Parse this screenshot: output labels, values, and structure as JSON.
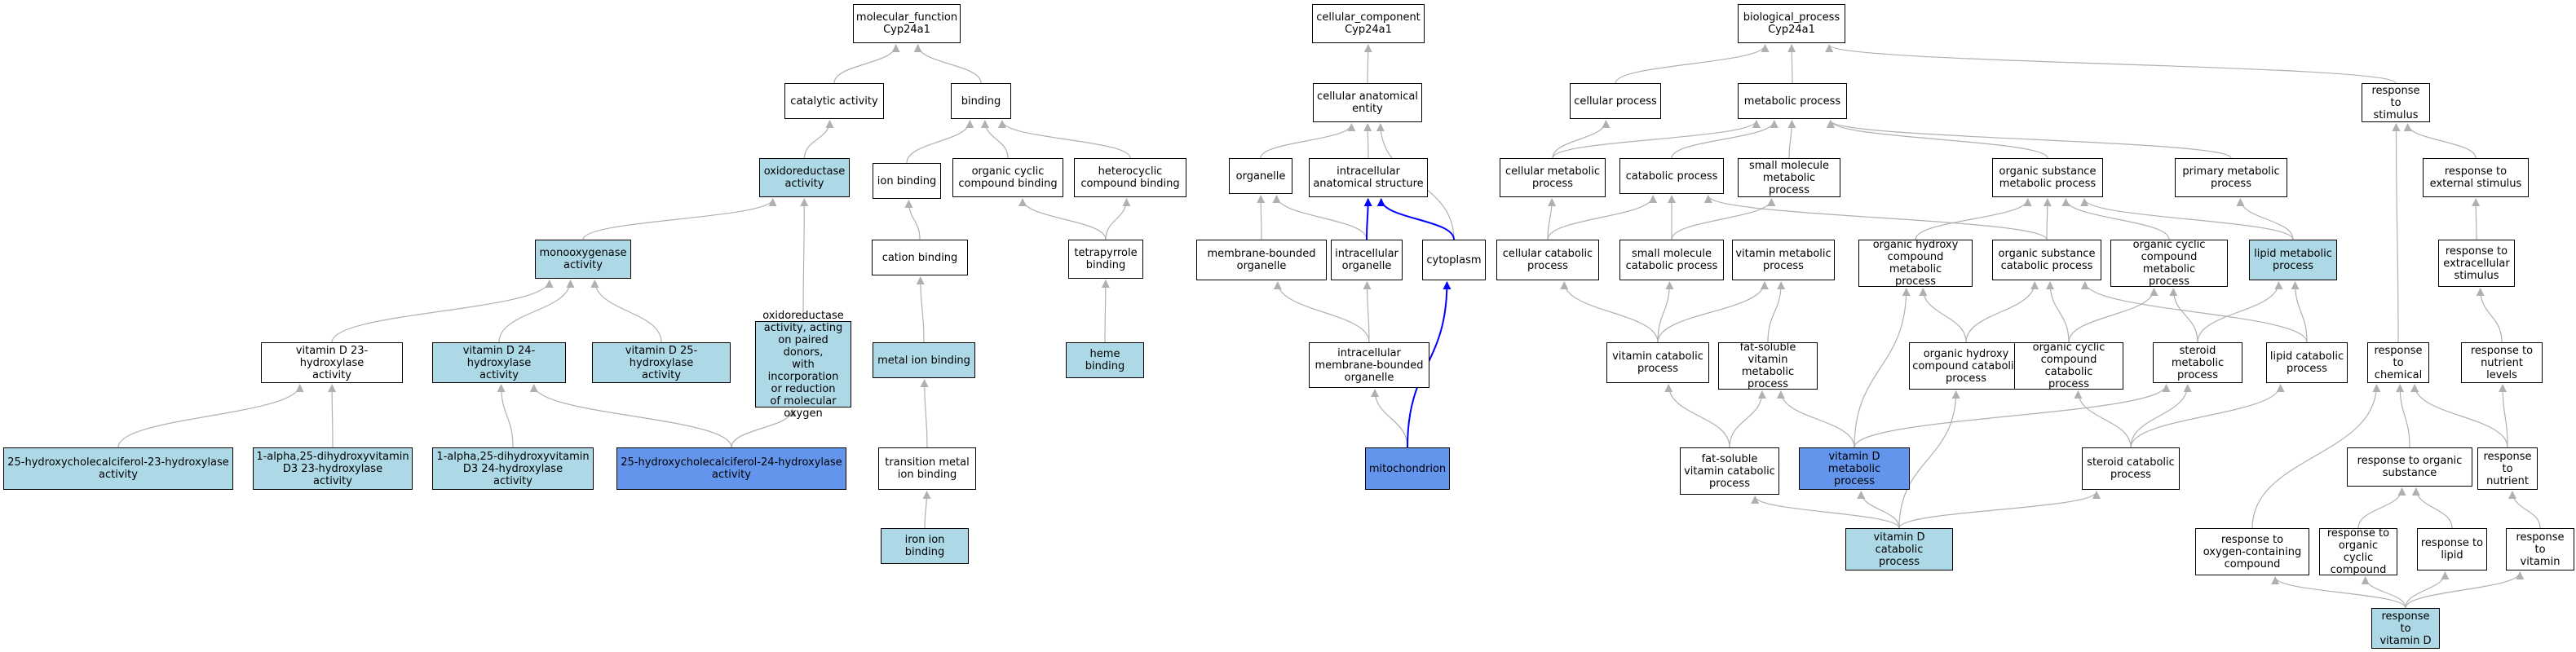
{
  "colors": {
    "default_fill": "#ffffff",
    "light_fill": "#add8e6",
    "highlight_fill": "#6495ed",
    "edge_gray": "#b0b0b0",
    "edge_blue": "#0000ff"
  },
  "nodes": [
    {
      "id": "mf_root",
      "label": "molecular_function\nCyp24a1",
      "fill": "default"
    },
    {
      "id": "catalytic_activity",
      "label": "catalytic activity",
      "fill": "default"
    },
    {
      "id": "binding",
      "label": "binding",
      "fill": "default"
    },
    {
      "id": "oxidoreductase_activity",
      "label": "oxidoreductase\nactivity",
      "fill": "light"
    },
    {
      "id": "ion_binding",
      "label": "ion binding",
      "fill": "default"
    },
    {
      "id": "organic_cyclic_compound_binding",
      "label": "organic cyclic\ncompound binding",
      "fill": "default"
    },
    {
      "id": "heterocyclic_compound_binding",
      "label": "heterocyclic\ncompound binding",
      "fill": "default"
    },
    {
      "id": "monooxygenase_activity",
      "label": "monooxygenase\nactivity",
      "fill": "light"
    },
    {
      "id": "cation_binding",
      "label": "cation binding",
      "fill": "default"
    },
    {
      "id": "tetrapyrrole_binding",
      "label": "tetrapyrrole\nbinding",
      "fill": "default"
    },
    {
      "id": "vitd23",
      "label": "vitamin D 23-hydroxylase\nactivity",
      "fill": "default"
    },
    {
      "id": "vitd24",
      "label": "vitamin D 24-hydroxylase\nactivity",
      "fill": "light"
    },
    {
      "id": "vitd25",
      "label": "vitamin D 25-hydroxylase\nactivity",
      "fill": "light"
    },
    {
      "id": "oxidoreductase_paired",
      "label": "oxidoreductase\nactivity, acting\non paired donors,\nwith incorporation\nor reduction\nof molecular\noxygen",
      "fill": "light"
    },
    {
      "id": "metal_ion_binding",
      "label": "metal ion binding",
      "fill": "light"
    },
    {
      "id": "heme_binding",
      "label": "heme binding",
      "fill": "light"
    },
    {
      "id": "hcc23",
      "label": "25-hydroxycholecalciferol-23-hydroxylase\nactivity",
      "fill": "light"
    },
    {
      "id": "dihydroxy23",
      "label": "1-alpha,25-dihydroxyvitamin\nD3 23-hydroxylase\nactivity",
      "fill": "light"
    },
    {
      "id": "dihydroxy24",
      "label": "1-alpha,25-dihydroxyvitamin\nD3 24-hydroxylase\nactivity",
      "fill": "light"
    },
    {
      "id": "hcc24",
      "label": "25-hydroxycholecalciferol-24-hydroxylase\nactivity",
      "fill": "highlight"
    },
    {
      "id": "transition_metal",
      "label": "transition metal\nion binding",
      "fill": "default"
    },
    {
      "id": "iron_ion_binding",
      "label": "iron ion binding",
      "fill": "light"
    },
    {
      "id": "cc_root",
      "label": "cellular_component\nCyp24a1",
      "fill": "default"
    },
    {
      "id": "cellular_anatomical_entity",
      "label": "cellular anatomical\nentity",
      "fill": "default"
    },
    {
      "id": "organelle",
      "label": "organelle",
      "fill": "default"
    },
    {
      "id": "intracellular_anatomical",
      "label": "intracellular\nanatomical structure",
      "fill": "default"
    },
    {
      "id": "membrane_bounded",
      "label": "membrane-bounded\norganelle",
      "fill": "default"
    },
    {
      "id": "intracellular_organelle",
      "label": "intracellular\norganelle",
      "fill": "default"
    },
    {
      "id": "cytoplasm",
      "label": "cytoplasm",
      "fill": "default"
    },
    {
      "id": "intra_membrane",
      "label": "intracellular\nmembrane-bounded\norganelle",
      "fill": "default"
    },
    {
      "id": "mitochondrion",
      "label": "mitochondrion",
      "fill": "highlight"
    },
    {
      "id": "bp_root",
      "label": "biological_process\nCyp24a1",
      "fill": "default"
    },
    {
      "id": "cellular_process",
      "label": "cellular process",
      "fill": "default"
    },
    {
      "id": "metabolic_process",
      "label": "metabolic process",
      "fill": "default"
    },
    {
      "id": "response_stimulus",
      "label": "response to\nstimulus",
      "fill": "default"
    },
    {
      "id": "cellular_metabolic",
      "label": "cellular metabolic\nprocess",
      "fill": "default"
    },
    {
      "id": "catabolic_process",
      "label": "catabolic process",
      "fill": "default"
    },
    {
      "id": "small_molecule_metabolic",
      "label": "small molecule\nmetabolic process",
      "fill": "default"
    },
    {
      "id": "organic_substance_metabolic",
      "label": "organic substance\nmetabolic process",
      "fill": "default"
    },
    {
      "id": "primary_metabolic",
      "label": "primary metabolic\nprocess",
      "fill": "default"
    },
    {
      "id": "response_external",
      "label": "response to\nexternal stimulus",
      "fill": "default"
    },
    {
      "id": "cellular_catabolic",
      "label": "cellular catabolic\nprocess",
      "fill": "default"
    },
    {
      "id": "small_molecule_catabolic",
      "label": "small molecule\ncatabolic process",
      "fill": "default"
    },
    {
      "id": "vitamin_metabolic",
      "label": "vitamin metabolic\nprocess",
      "fill": "default"
    },
    {
      "id": "organic_hydroxy_metabolic",
      "label": "organic hydroxy\ncompound metabolic\nprocess",
      "fill": "default"
    },
    {
      "id": "organic_substance_catabolic",
      "label": "organic substance\ncatabolic process",
      "fill": "default"
    },
    {
      "id": "organic_cyclic_metabolic",
      "label": "organic cyclic\ncompound metabolic\nprocess",
      "fill": "default"
    },
    {
      "id": "lipid_metabolic",
      "label": "lipid metabolic\nprocess",
      "fill": "light"
    },
    {
      "id": "response_extracellular",
      "label": "response to\nextracellular\nstimulus",
      "fill": "default"
    },
    {
      "id": "vitamin_catabolic",
      "label": "vitamin catabolic\nprocess",
      "fill": "default"
    },
    {
      "id": "fat_soluble_metabolic",
      "label": "fat-soluble\nvitamin metabolic\nprocess",
      "fill": "default"
    },
    {
      "id": "organic_hydroxy_catabolic",
      "label": "organic hydroxy\ncompound catabolic\nprocess",
      "fill": "default"
    },
    {
      "id": "organic_cyclic_catabolic",
      "label": "organic cyclic\ncompound catabolic\nprocess",
      "fill": "default"
    },
    {
      "id": "steroid_metabolic",
      "label": "steroid metabolic\nprocess",
      "fill": "default"
    },
    {
      "id": "lipid_catabolic",
      "label": "lipid catabolic\nprocess",
      "fill": "default"
    },
    {
      "id": "response_chemical",
      "label": "response to\nchemical",
      "fill": "default"
    },
    {
      "id": "response_nutrient_levels",
      "label": "response to\nnutrient levels",
      "fill": "default"
    },
    {
      "id": "fat_soluble_catabolic",
      "label": "fat-soluble\nvitamin catabolic\nprocess",
      "fill": "default"
    },
    {
      "id": "vitd_metabolic",
      "label": "vitamin D metabolic\nprocess",
      "fill": "highlight"
    },
    {
      "id": "steroid_catabolic",
      "label": "steroid catabolic\nprocess",
      "fill": "default"
    },
    {
      "id": "response_organic_substance",
      "label": "response to organic substance",
      "fill": "default"
    },
    {
      "id": "response_nutrient",
      "label": "response to\nnutrient",
      "fill": "default"
    },
    {
      "id": "vitd_catabolic",
      "label": "vitamin D catabolic\nprocess",
      "fill": "light"
    },
    {
      "id": "response_oxygen",
      "label": "response to\noxygen-containing\ncompound",
      "fill": "default"
    },
    {
      "id": "response_organic_cyclic",
      "label": "response to\norganic cyclic\ncompound",
      "fill": "default"
    },
    {
      "id": "response_lipid",
      "label": "response to\nlipid",
      "fill": "default"
    },
    {
      "id": "response_vitamin",
      "label": "response to\nvitamin",
      "fill": "default"
    },
    {
      "id": "response_vitd",
      "label": "response to\nvitamin D",
      "fill": "light"
    }
  ],
  "edges": [
    [
      "catalytic_activity",
      "mf_root",
      "gray"
    ],
    [
      "binding",
      "mf_root",
      "gray"
    ],
    [
      "oxidoreductase_activity",
      "catalytic_activity",
      "gray"
    ],
    [
      "ion_binding",
      "binding",
      "gray"
    ],
    [
      "organic_cyclic_compound_binding",
      "binding",
      "gray"
    ],
    [
      "heterocyclic_compound_binding",
      "binding",
      "gray"
    ],
    [
      "monooxygenase_activity",
      "oxidoreductase_activity",
      "gray"
    ],
    [
      "oxidoreductase_paired",
      "oxidoreductase_activity",
      "gray"
    ],
    [
      "cation_binding",
      "ion_binding",
      "gray"
    ],
    [
      "tetrapyrrole_binding",
      "organic_cyclic_compound_binding",
      "gray"
    ],
    [
      "tetrapyrrole_binding",
      "heterocyclic_compound_binding",
      "gray"
    ],
    [
      "vitd23",
      "monooxygenase_activity",
      "gray"
    ],
    [
      "vitd24",
      "monooxygenase_activity",
      "gray"
    ],
    [
      "vitd25",
      "monooxygenase_activity",
      "gray"
    ],
    [
      "metal_ion_binding",
      "cation_binding",
      "gray"
    ],
    [
      "heme_binding",
      "tetrapyrrole_binding",
      "gray"
    ],
    [
      "hcc23",
      "vitd23",
      "gray"
    ],
    [
      "dihydroxy23",
      "vitd23",
      "gray"
    ],
    [
      "dihydroxy24",
      "vitd24",
      "gray"
    ],
    [
      "hcc24",
      "vitd24",
      "gray"
    ],
    [
      "hcc24",
      "oxidoreductase_paired",
      "gray"
    ],
    [
      "transition_metal",
      "metal_ion_binding",
      "gray"
    ],
    [
      "iron_ion_binding",
      "transition_metal",
      "gray"
    ],
    [
      "cellular_anatomical_entity",
      "cc_root",
      "gray"
    ],
    [
      "organelle",
      "cellular_anatomical_entity",
      "gray"
    ],
    [
      "intracellular_anatomical",
      "cellular_anatomical_entity",
      "gray"
    ],
    [
      "cytoplasm",
      "cellular_anatomical_entity",
      "gray"
    ],
    [
      "membrane_bounded",
      "organelle",
      "gray"
    ],
    [
      "intracellular_organelle",
      "organelle",
      "gray"
    ],
    [
      "intracellular_organelle",
      "intracellular_anatomical",
      "blue"
    ],
    [
      "cytoplasm",
      "intracellular_anatomical",
      "blue"
    ],
    [
      "intra_membrane",
      "membrane_bounded",
      "gray"
    ],
    [
      "intra_membrane",
      "intracellular_organelle",
      "gray"
    ],
    [
      "mitochondrion",
      "intra_membrane",
      "gray"
    ],
    [
      "mitochondrion",
      "cytoplasm",
      "blue"
    ],
    [
      "cellular_process",
      "bp_root",
      "gray"
    ],
    [
      "metabolic_process",
      "bp_root",
      "gray"
    ],
    [
      "response_stimulus",
      "bp_root",
      "gray"
    ],
    [
      "cellular_metabolic",
      "metabolic_process",
      "gray"
    ],
    [
      "catabolic_process",
      "metabolic_process",
      "gray"
    ],
    [
      "small_molecule_metabolic",
      "metabolic_process",
      "gray"
    ],
    [
      "organic_substance_metabolic",
      "metabolic_process",
      "gray"
    ],
    [
      "primary_metabolic",
      "metabolic_process",
      "gray"
    ],
    [
      "cellular_metabolic",
      "cellular_process",
      "gray"
    ],
    [
      "response_external",
      "response_stimulus",
      "gray"
    ],
    [
      "cellular_catabolic",
      "cellular_metabolic",
      "gray"
    ],
    [
      "cellular_catabolic",
      "catabolic_process",
      "gray"
    ],
    [
      "small_molecule_catabolic",
      "catabolic_process",
      "gray"
    ],
    [
      "small_molecule_catabolic",
      "small_molecule_metabolic",
      "gray"
    ],
    [
      "organic_substance_catabolic",
      "catabolic_process",
      "gray"
    ],
    [
      "organic_substance_catabolic",
      "organic_substance_metabolic",
      "gray"
    ],
    [
      "organic_hydroxy_metabolic",
      "organic_substance_metabolic",
      "gray"
    ],
    [
      "organic_cyclic_metabolic",
      "organic_substance_metabolic",
      "gray"
    ],
    [
      "lipid_metabolic",
      "organic_substance_metabolic",
      "gray"
    ],
    [
      "lipid_metabolic",
      "primary_metabolic",
      "gray"
    ],
    [
      "response_extracellular",
      "response_external",
      "gray"
    ],
    [
      "vitamin_catabolic",
      "cellular_catabolic",
      "gray"
    ],
    [
      "vitamin_catabolic",
      "small_molecule_catabolic",
      "gray"
    ],
    [
      "vitamin_catabolic",
      "vitamin_metabolic",
      "gray"
    ],
    [
      "fat_soluble_metabolic",
      "vitamin_metabolic",
      "gray"
    ],
    [
      "organic_hydroxy_catabolic",
      "organic_hydroxy_metabolic",
      "gray"
    ],
    [
      "organic_hydroxy_catabolic",
      "organic_substance_catabolic",
      "gray"
    ],
    [
      "organic_cyclic_catabolic",
      "organic_substance_catabolic",
      "gray"
    ],
    [
      "organic_cyclic_catabolic",
      "organic_cyclic_metabolic",
      "gray"
    ],
    [
      "steroid_metabolic",
      "lipid_metabolic",
      "gray"
    ],
    [
      "steroid_metabolic",
      "organic_cyclic_metabolic",
      "gray"
    ],
    [
      "lipid_catabolic",
      "lipid_metabolic",
      "gray"
    ],
    [
      "lipid_catabolic",
      "organic_substance_catabolic",
      "gray"
    ],
    [
      "response_nutrient_levels",
      "response_extracellular",
      "gray"
    ],
    [
      "response_chemical",
      "response_stimulus",
      "gray"
    ],
    [
      "fat_soluble_catabolic",
      "vitamin_catabolic",
      "gray"
    ],
    [
      "fat_soluble_catabolic",
      "fat_soluble_metabolic",
      "gray"
    ],
    [
      "vitd_metabolic",
      "fat_soluble_metabolic",
      "gray"
    ],
    [
      "vitd_metabolic",
      "organic_hydroxy_metabolic",
      "gray"
    ],
    [
      "vitd_metabolic",
      "steroid_metabolic",
      "gray"
    ],
    [
      "steroid_catabolic",
      "steroid_metabolic",
      "gray"
    ],
    [
      "steroid_catabolic",
      "organic_cyclic_catabolic",
      "gray"
    ],
    [
      "steroid_catabolic",
      "lipid_catabolic",
      "gray"
    ],
    [
      "vitd_catabolic",
      "fat_soluble_catabolic",
      "gray"
    ],
    [
      "vitd_catabolic",
      "vitd_metabolic",
      "gray"
    ],
    [
      "vitd_catabolic",
      "organic_hydroxy_catabolic",
      "gray"
    ],
    [
      "vitd_catabolic",
      "steroid_catabolic",
      "gray"
    ],
    [
      "response_organic_substance",
      "response_chemical",
      "gray"
    ],
    [
      "response_nutrient",
      "response_nutrient_levels",
      "gray"
    ],
    [
      "response_nutrient",
      "response_chemical",
      "gray"
    ],
    [
      "response_oxygen",
      "response_chemical",
      "gray"
    ],
    [
      "response_organic_cyclic",
      "response_organic_substance",
      "gray"
    ],
    [
      "response_lipid",
      "response_organic_substance",
      "gray"
    ],
    [
      "response_vitamin",
      "response_nutrient",
      "gray"
    ],
    [
      "response_vitd",
      "response_oxygen",
      "gray"
    ],
    [
      "response_vitd",
      "response_organic_cyclic",
      "gray"
    ],
    [
      "response_vitd",
      "response_lipid",
      "gray"
    ],
    [
      "response_vitd",
      "response_vitamin",
      "gray"
    ]
  ]
}
